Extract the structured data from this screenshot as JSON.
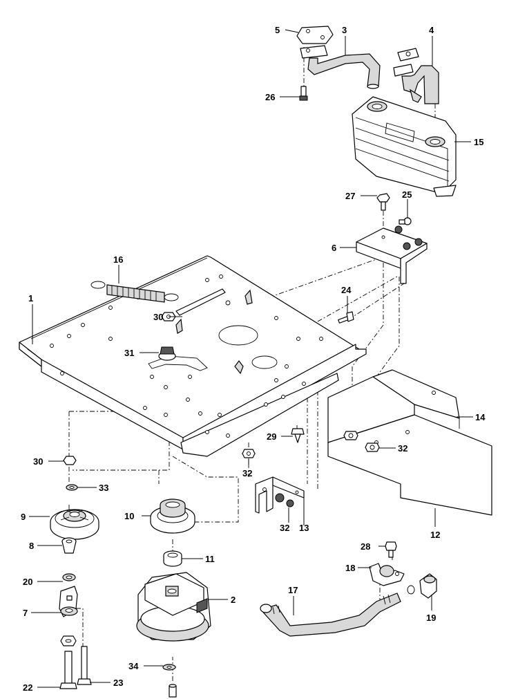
{
  "callouts": {
    "c1": "1",
    "c2": "2",
    "c3": "3",
    "c4": "4",
    "c5": "5",
    "c6": "6",
    "c7": "7",
    "c8": "8",
    "c9": "9",
    "c10": "10",
    "c11": "11",
    "c12": "12",
    "c13": "13",
    "c14": "14",
    "c15": "15",
    "c16": "16",
    "c17": "17",
    "c18": "18",
    "c19": "19",
    "c20": "20",
    "c22": "22",
    "c23": "23",
    "c24": "24",
    "c25": "25",
    "c26": "26",
    "c27": "27",
    "c28": "28",
    "c29": "29",
    "c30a": "30",
    "c30b": "30",
    "c31": "31",
    "c32a": "32",
    "c32b": "32",
    "c32c": "32",
    "c33": "33",
    "c34": "34"
  }
}
